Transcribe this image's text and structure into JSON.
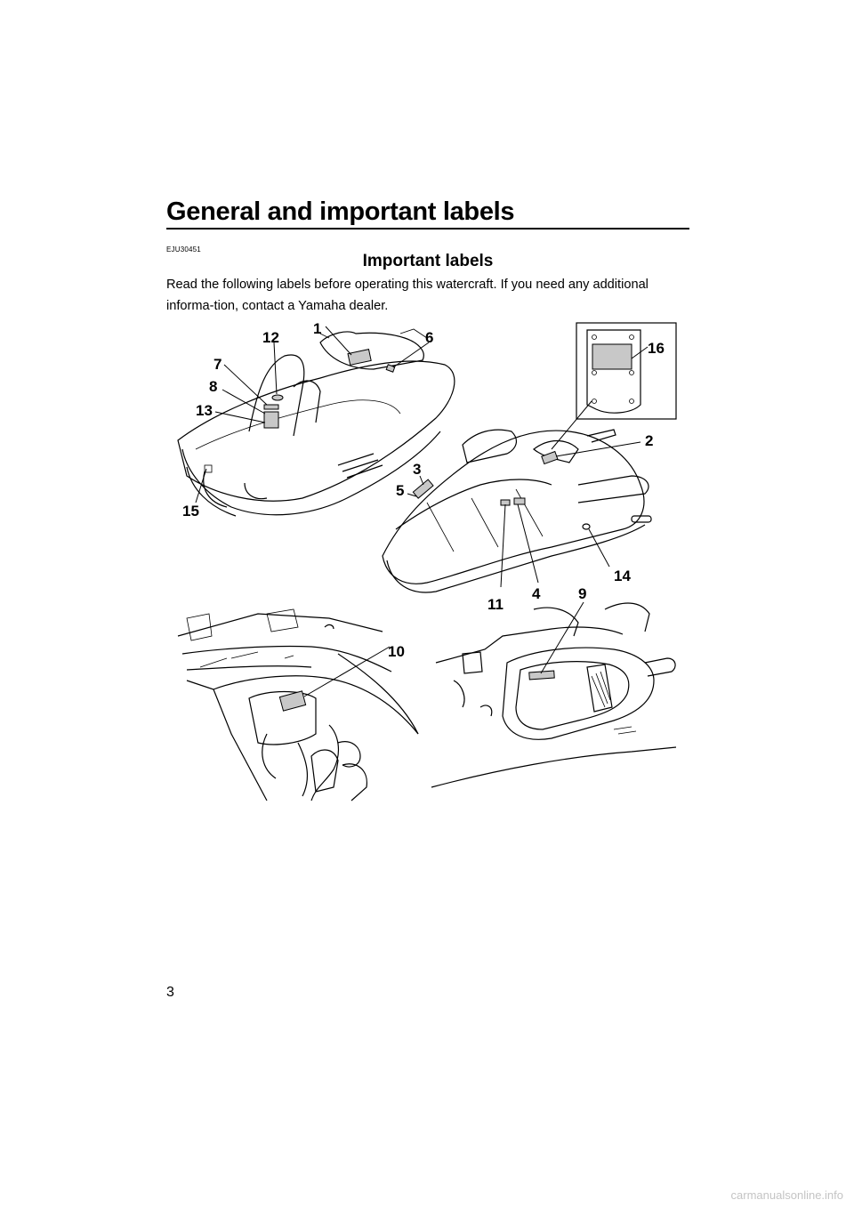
{
  "header": {
    "title": "General and important labels"
  },
  "section": {
    "code": "EJU30451",
    "title": "Important labels",
    "intro": "Read the following labels before operating this watercraft. If you need any additional informa-tion, contact a Yamaha dealer."
  },
  "figure": {
    "callouts": [
      "1",
      "2",
      "3",
      "4",
      "5",
      "6",
      "7",
      "8",
      "9",
      "10",
      "11",
      "12",
      "13",
      "14",
      "15",
      "16"
    ]
  },
  "page_number": "3",
  "footer": {
    "watermark": "carmanualsonline.info"
  }
}
